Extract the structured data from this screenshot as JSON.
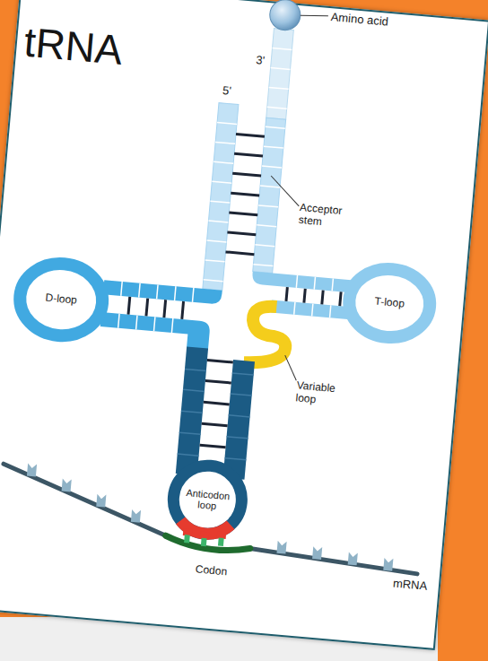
{
  "diagram": {
    "title": "tRNA",
    "nodes": [
      {
        "text": [
          "D-loop"
        ]
      },
      {
        "text": [
          "T-loop"
        ]
      },
      {
        "text": [
          "Anticodon loop"
        ]
      }
    ],
    "labels": [
      "Amino acid",
      "3'",
      "5'",
      "Acceptor stem",
      "Variable loop",
      "Codon",
      "mRNA"
    ]
  }
}
